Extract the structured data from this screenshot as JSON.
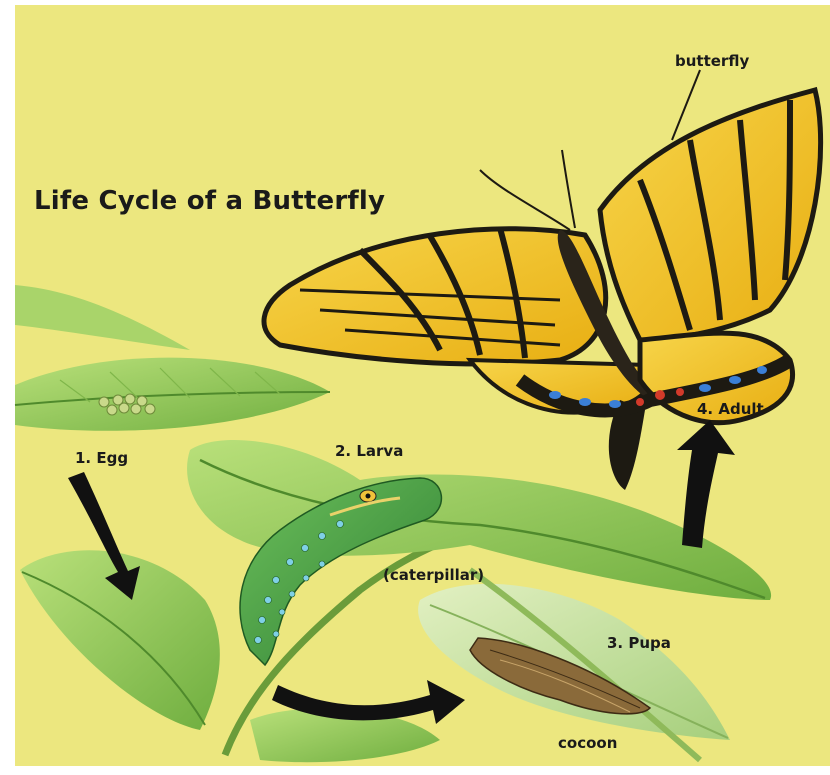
{
  "title": "Life Cycle of a Butterfly",
  "labels": {
    "butterfly": "butterfly",
    "egg": "1. Egg",
    "larva": "2. Larva",
    "caterpillar": "(caterpillar)",
    "pupa": "3. Pupa",
    "cocoon": "cocoon",
    "adult": "4. Adult"
  },
  "colors": {
    "background": "#ece77f",
    "leaf": "#9bcf5a",
    "leaf_dark": "#5f9e34",
    "wing": "#f2c21c",
    "stripe": "#1d1a12",
    "arrow": "#111111",
    "spot_blue": "#3b7fd6",
    "spot_red": "#d23a2a",
    "caterpillar": "#3e9a3c"
  }
}
